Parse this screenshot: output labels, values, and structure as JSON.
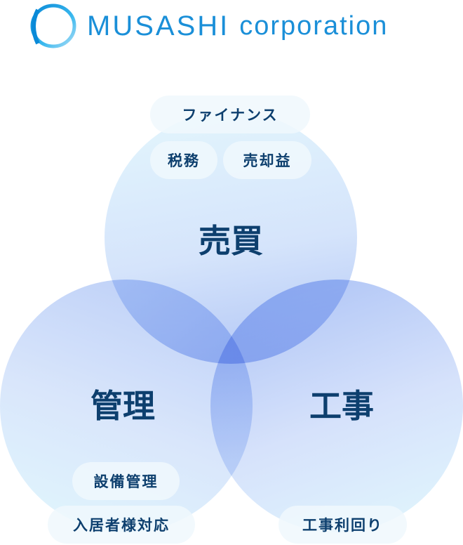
{
  "logo": {
    "brand": "MUSASHI",
    "suffix": "corporation"
  },
  "circles": {
    "top": {
      "title": "売買",
      "tags": [
        "ファイナンス",
        "税務",
        "売却益"
      ]
    },
    "left": {
      "title": "管理",
      "tags": [
        "設備管理",
        "入居者様対応"
      ]
    },
    "right": {
      "title": "工事",
      "tags": [
        "工事利回り"
      ]
    }
  },
  "colors": {
    "text": "#0d3f6e",
    "brand": "#1a8fd8"
  }
}
